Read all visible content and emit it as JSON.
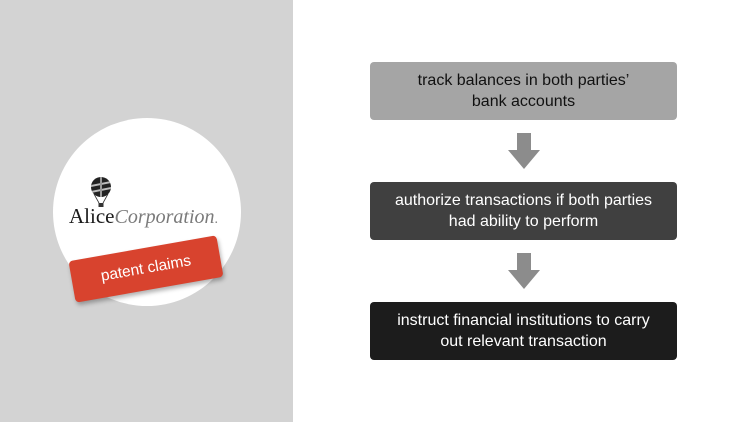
{
  "logo": {
    "name_part1": "Alice",
    "name_part2": "Corporation",
    "name_suffix": "."
  },
  "badge": {
    "label": "patent claims"
  },
  "flow": {
    "steps": [
      {
        "line1": "track balances in both parties’",
        "line2": "bank accounts"
      },
      {
        "line1": "authorize transactions if both parties",
        "line2": "had ability to perform"
      },
      {
        "line1": "instruct financial institutions to carry",
        "line2": "out relevant transaction"
      }
    ]
  },
  "colors": {
    "left_panel_bg": "#d3d3d3",
    "badge_red": "#d8432e",
    "step1_bg": "#a5a5a5",
    "step2_bg": "#404040",
    "step3_bg": "#1c1c1c",
    "arrow": "#8c8c8c"
  },
  "icons": {
    "logo_mark": "hot-air-balloon-icon",
    "connector": "down-arrow-icon"
  }
}
